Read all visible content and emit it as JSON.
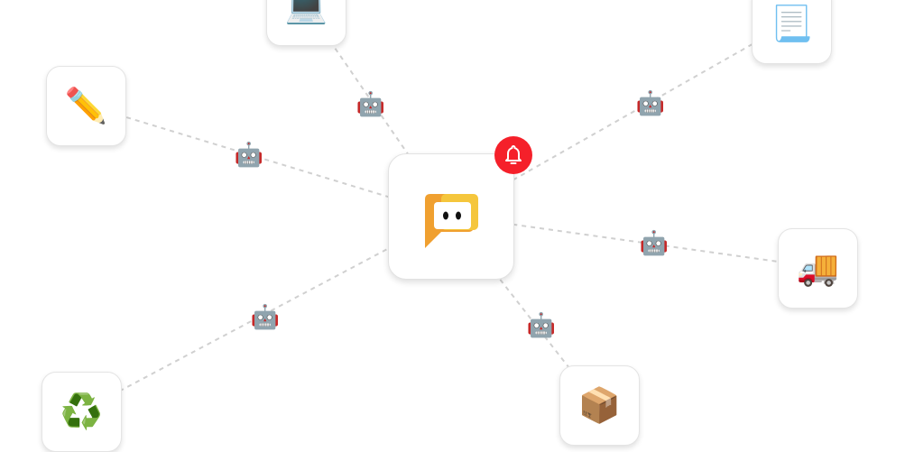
{
  "hub": {
    "name": "chat-app",
    "badge_icon": "bell-icon",
    "badge_color": "#f5202a",
    "logo_colors": [
      "#f0a030",
      "#f5c63c"
    ]
  },
  "nodes": [
    {
      "id": "laptop",
      "emoji": "💻"
    },
    {
      "id": "document",
      "emoji": "📃"
    },
    {
      "id": "pencil",
      "emoji": "✏️"
    },
    {
      "id": "truck",
      "emoji": "🚚"
    },
    {
      "id": "recycle",
      "emoji": "♻️"
    },
    {
      "id": "package",
      "emoji": "📦"
    }
  ],
  "agent_emoji": "🤖"
}
